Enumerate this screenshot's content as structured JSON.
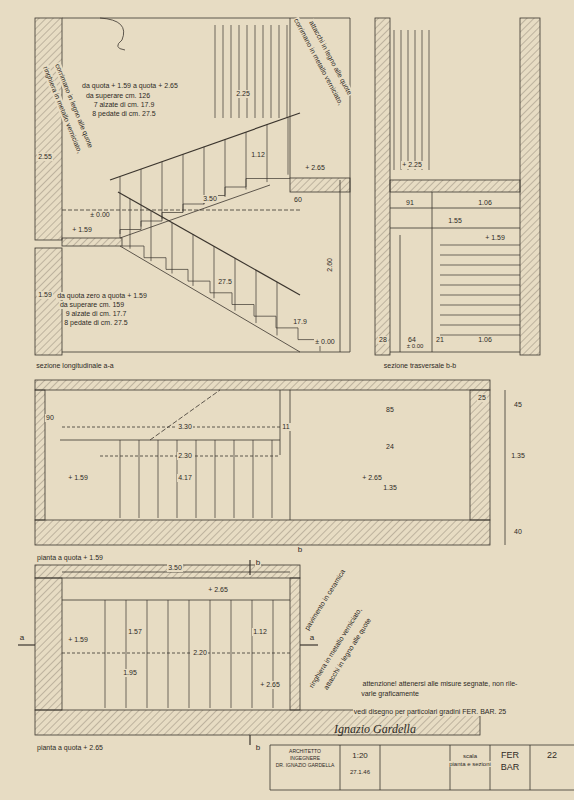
{
  "diagram": {
    "labels": [
      "ringhiera in metallo verniciato,",
      "corrimano in legno alle quote",
      "da quota + 1.59 a quota + 2.65",
      "da superare cm. 126",
      "7 alzate di cm. 17.9",
      "8 pedate di cm. 27.5",
      "2.25",
      "1.12",
      "+ 2.65",
      "2.55",
      "± 0.00",
      "3.50",
      "60",
      "+ 1.59",
      "2.60",
      "1.59",
      "da quota zero a quota + 1.59",
      "da superare cm. 159",
      "9 alzate di cm. 17.7",
      "8 pedate di cm. 27.5",
      "27.5",
      "17.9",
      "± 0.00",
      "sezione longitudinale a-a",
      "corrimano in metallo verniciato,",
      "attacchi in legno alle quote",
      "sezione trasversale b-b",
      "+ 2.25",
      "91",
      "1.06",
      "1.55",
      "+ 1.59",
      "28",
      "64",
      "21",
      "1.06",
      "± 0.00",
      "90",
      "3.30",
      "11",
      "2.30",
      "4.17",
      "+ 1.59",
      "+ 2.65",
      "85",
      "24",
      "1.35",
      "25",
      "45",
      "1.35",
      "40",
      "pianta a quota + 1.59",
      "b",
      "b",
      "3.50",
      "+ 2.65",
      "1.57",
      "1.12",
      "2.20",
      "+ 1.59",
      "1.95",
      "+ 2.65",
      "a",
      "a",
      "pianta a quota + 2.65",
      "b",
      "pavimento in ceramica",
      "ringhiera in metallo verniciato,",
      "attacchi in legno alle quote",
      "attenzione! attenersi alle misure segnate, non rile-",
      "varle graficamente",
      "vedi disegno per particolari gradini FER. BAR. 25",
      "Ignazio Gardella",
      "ARCHITETTO",
      "INGEGNERE",
      "DR. IGNAZIO GARDELLA",
      "1:20",
      "27.1.46",
      "FER",
      "BAR",
      "scala",
      "pianta e sezioni",
      "22"
    ]
  }
}
